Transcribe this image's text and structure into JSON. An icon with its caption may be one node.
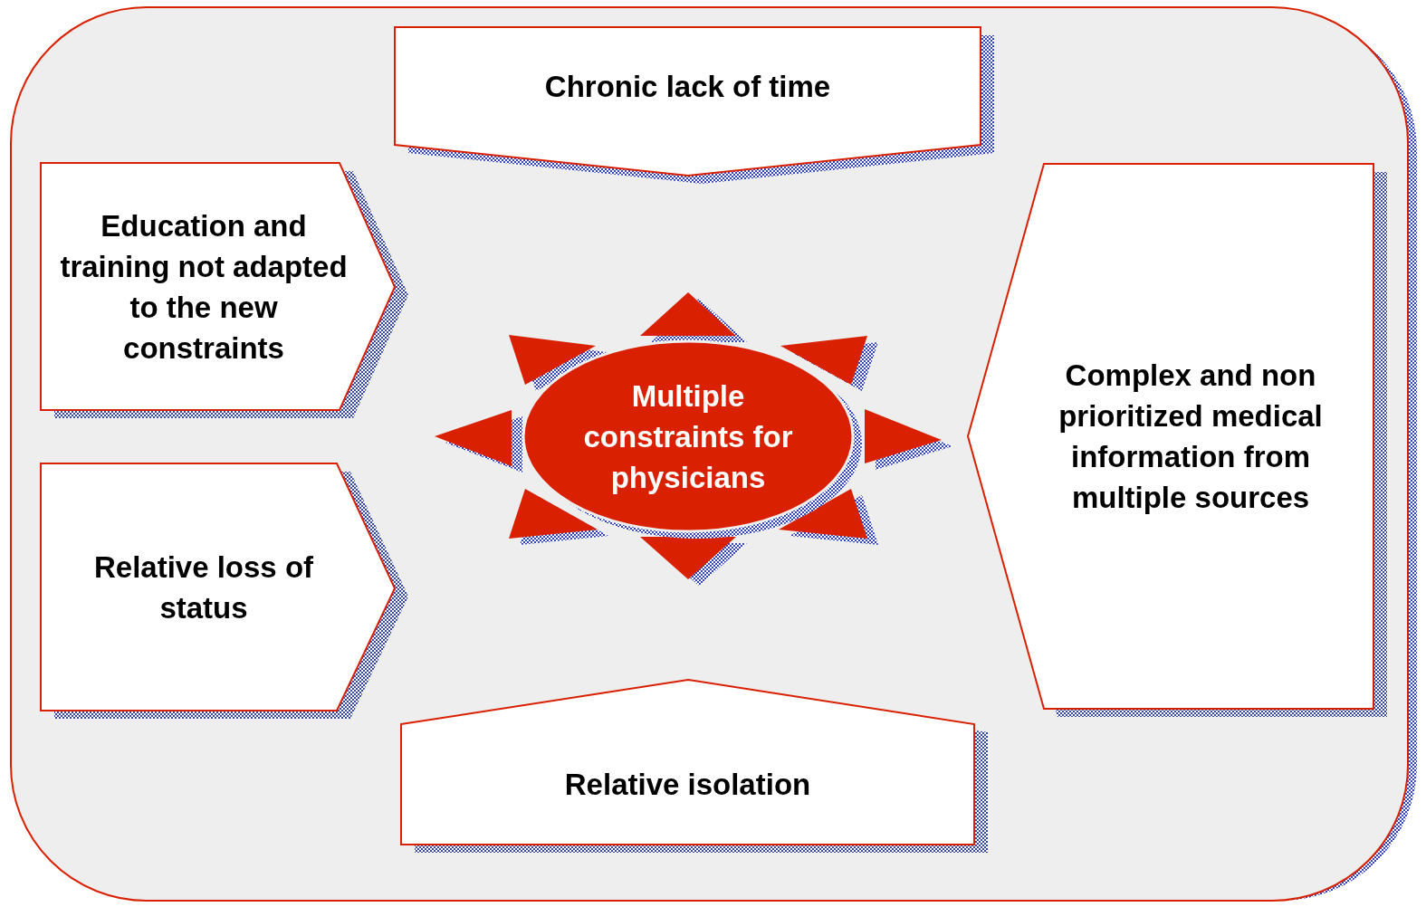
{
  "diagram": {
    "nodes": [
      {
        "text": [
          "Chronic lack of time"
        ]
      },
      {
        "text": [
          "Education and training not adapted to the new constraints"
        ]
      },
      {
        "text": [
          "Multiple constraints for physicians"
        ]
      },
      {
        "text": [
          "Complex and non prioritized medical information from multiple sources"
        ]
      },
      {
        "text": [
          "Relative loss of status"
        ]
      },
      {
        "text": [
          "Relative isolation"
        ]
      }
    ]
  }
}
